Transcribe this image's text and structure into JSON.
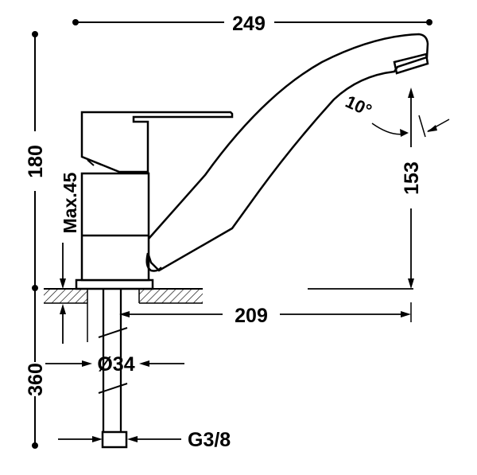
{
  "dimensions": {
    "overall_width": "249",
    "overall_height": "180",
    "max_thickness": "Max.45",
    "below_counter": "360",
    "spout_height": "153",
    "spout_reach": "209",
    "spout_angle": "10°",
    "hole_diameter": "Ø34",
    "connection_thread": "G3/8"
  }
}
